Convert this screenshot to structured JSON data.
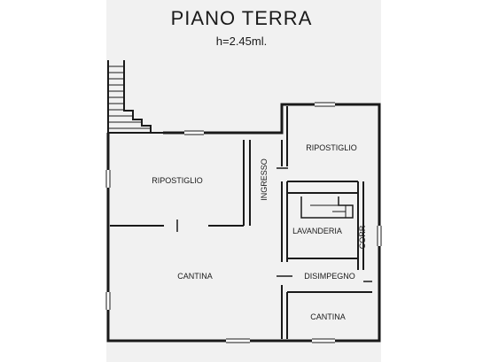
{
  "header": {
    "title": "PIANO TERRA",
    "height_note": "h=2.45ml."
  },
  "rooms": {
    "ripostiglio_left": "RIPOSTIGLIO",
    "ingresso": "INGRESSO",
    "ripostiglio_right": "RIPOSTIGLIO",
    "lavanderia": "LAVANDERIA",
    "corr": "CORR",
    "cantina_main": "CANTINA",
    "disimpegno": "DISIMPEGNO",
    "cantina_small": "CANTINA"
  },
  "colors": {
    "wall": "#1a1a1a",
    "paper": "#f1f1f1",
    "background": "#ffffff"
  }
}
